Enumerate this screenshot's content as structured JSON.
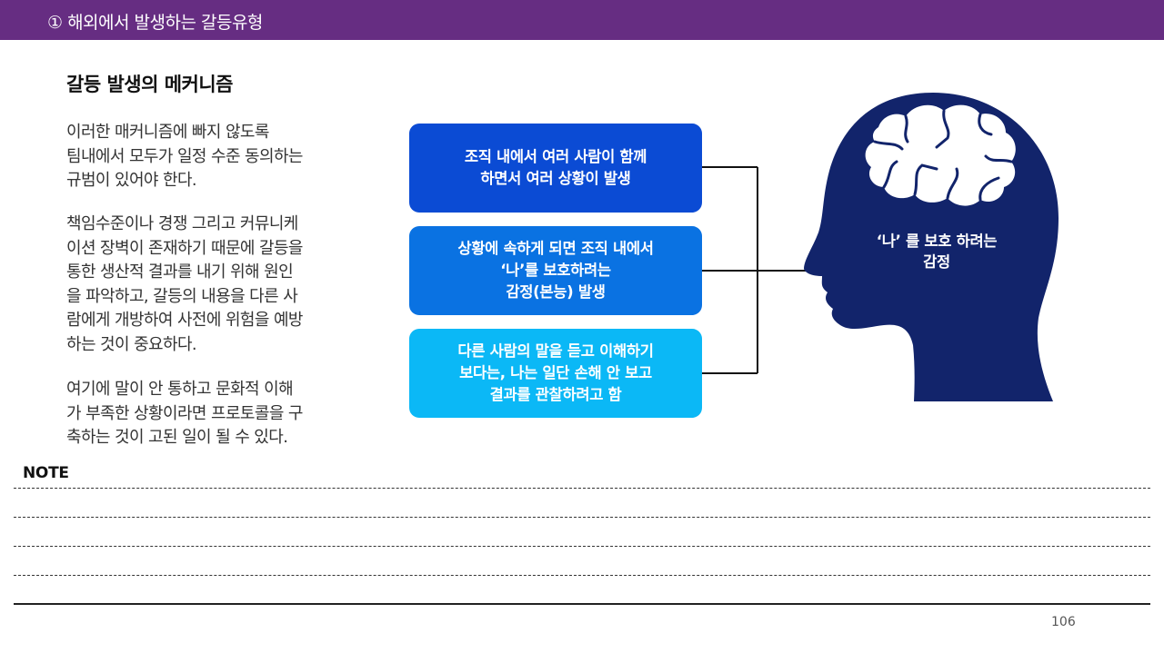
{
  "header": {
    "title": "① 해외에서 발생하는 갈등유형"
  },
  "section": {
    "title": "갈등 발생의 메커니즘"
  },
  "paragraphs": {
    "p1": [
      "이러한 매커니즘에 빠지 않도록",
      "팀내에서 모두가 일정 수준 동의하는",
      "규범이 있어야 한다."
    ],
    "p2": [
      "책임수준이나 경쟁 그리고 커뮤니케",
      "이션 장벽이 존재하기 때문에 갈등을",
      "통한 생산적 결과를 내기 위해 원인",
      "을 파악하고, 갈등의 내용을 다른 사",
      "람에게 개방하여 사전에 위험을 예방",
      "하는 것이 중요하다."
    ],
    "p3": [
      "여기에 말이 안 통하고 문화적 이해",
      "가 부족한 상황이라면 프로토콜을 구",
      "축하는 것이 고된 일이 될 수 있다."
    ]
  },
  "flow": {
    "box1": [
      "조직 내에서 여러 사람이 함께",
      "하면서  여러 상황이 발생"
    ],
    "box2": [
      "상황에 속하게 되면 조직 내에서",
      "‘나’를 보호하려는",
      "감정(본능) 발생"
    ],
    "box3": [
      "다른 사람의 말을 듣고 이해하기",
      "보다는, 나는 일단 손해 안 보고",
      "결과를 관찰하려고 함"
    ]
  },
  "head": {
    "label": [
      "‘나’ 를 보호 하려는",
      "감정"
    ]
  },
  "note": {
    "title": "NOTE"
  },
  "page": {
    "number": "106"
  },
  "colors": {
    "header": "#662d82",
    "box1": "#0b4bd4",
    "box2": "#0a72e2",
    "box3": "#0bb8f6",
    "head": "#12246b"
  }
}
